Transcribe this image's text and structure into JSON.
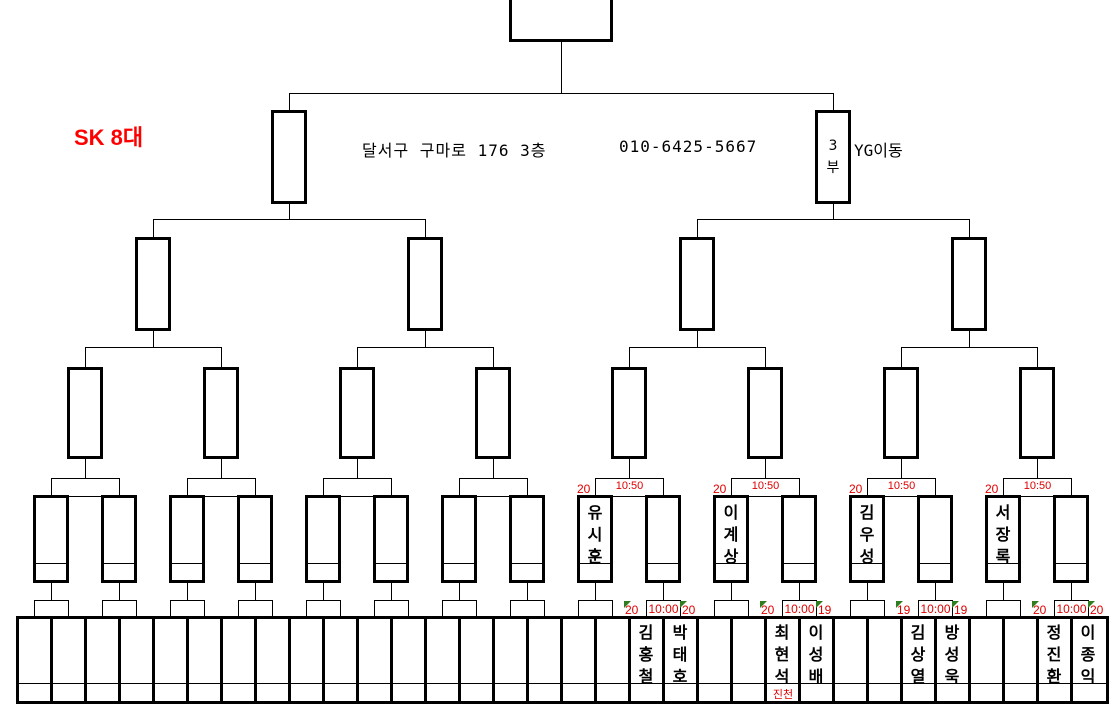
{
  "title": "SK 8대",
  "address": "달서구 구마로 176 3층",
  "phone": "010-6425-5667",
  "semifinal_right": {
    "label": "3부",
    "side_note": "YG이동"
  },
  "colors": {
    "title": "#ff0000",
    "time": "#e00000",
    "marker": "#2e7d1e",
    "line": "#000000"
  },
  "quarter_groups": [
    {
      "seed": "20",
      "time": "10:50",
      "left_name": "유시훈"
    },
    {
      "seed": "20",
      "time": "10:50",
      "left_name": "이계상"
    },
    {
      "seed": "20",
      "time": "10:50",
      "left_name": "김우성"
    },
    {
      "seed": "20",
      "time": "10:50",
      "left_name": "서장록"
    }
  ],
  "first_round_matches": [
    {
      "left_score": "20",
      "time": "10:00",
      "right_score": "20",
      "left_name": "김홍철",
      "right_name": "박태호",
      "left_note": ""
    },
    {
      "left_score": "20",
      "time": "10:00",
      "right_score": "19",
      "left_name": "최현석",
      "right_name": "이성배",
      "left_note": "진천"
    },
    {
      "left_score": "19",
      "time": "10:00",
      "right_score": "19",
      "left_name": "김상열",
      "right_name": "방성욱",
      "left_note": ""
    },
    {
      "left_score": "20",
      "time": "10:00",
      "right_score": "20",
      "left_name": "정진환",
      "right_name": "이종익",
      "left_note": ""
    }
  ]
}
